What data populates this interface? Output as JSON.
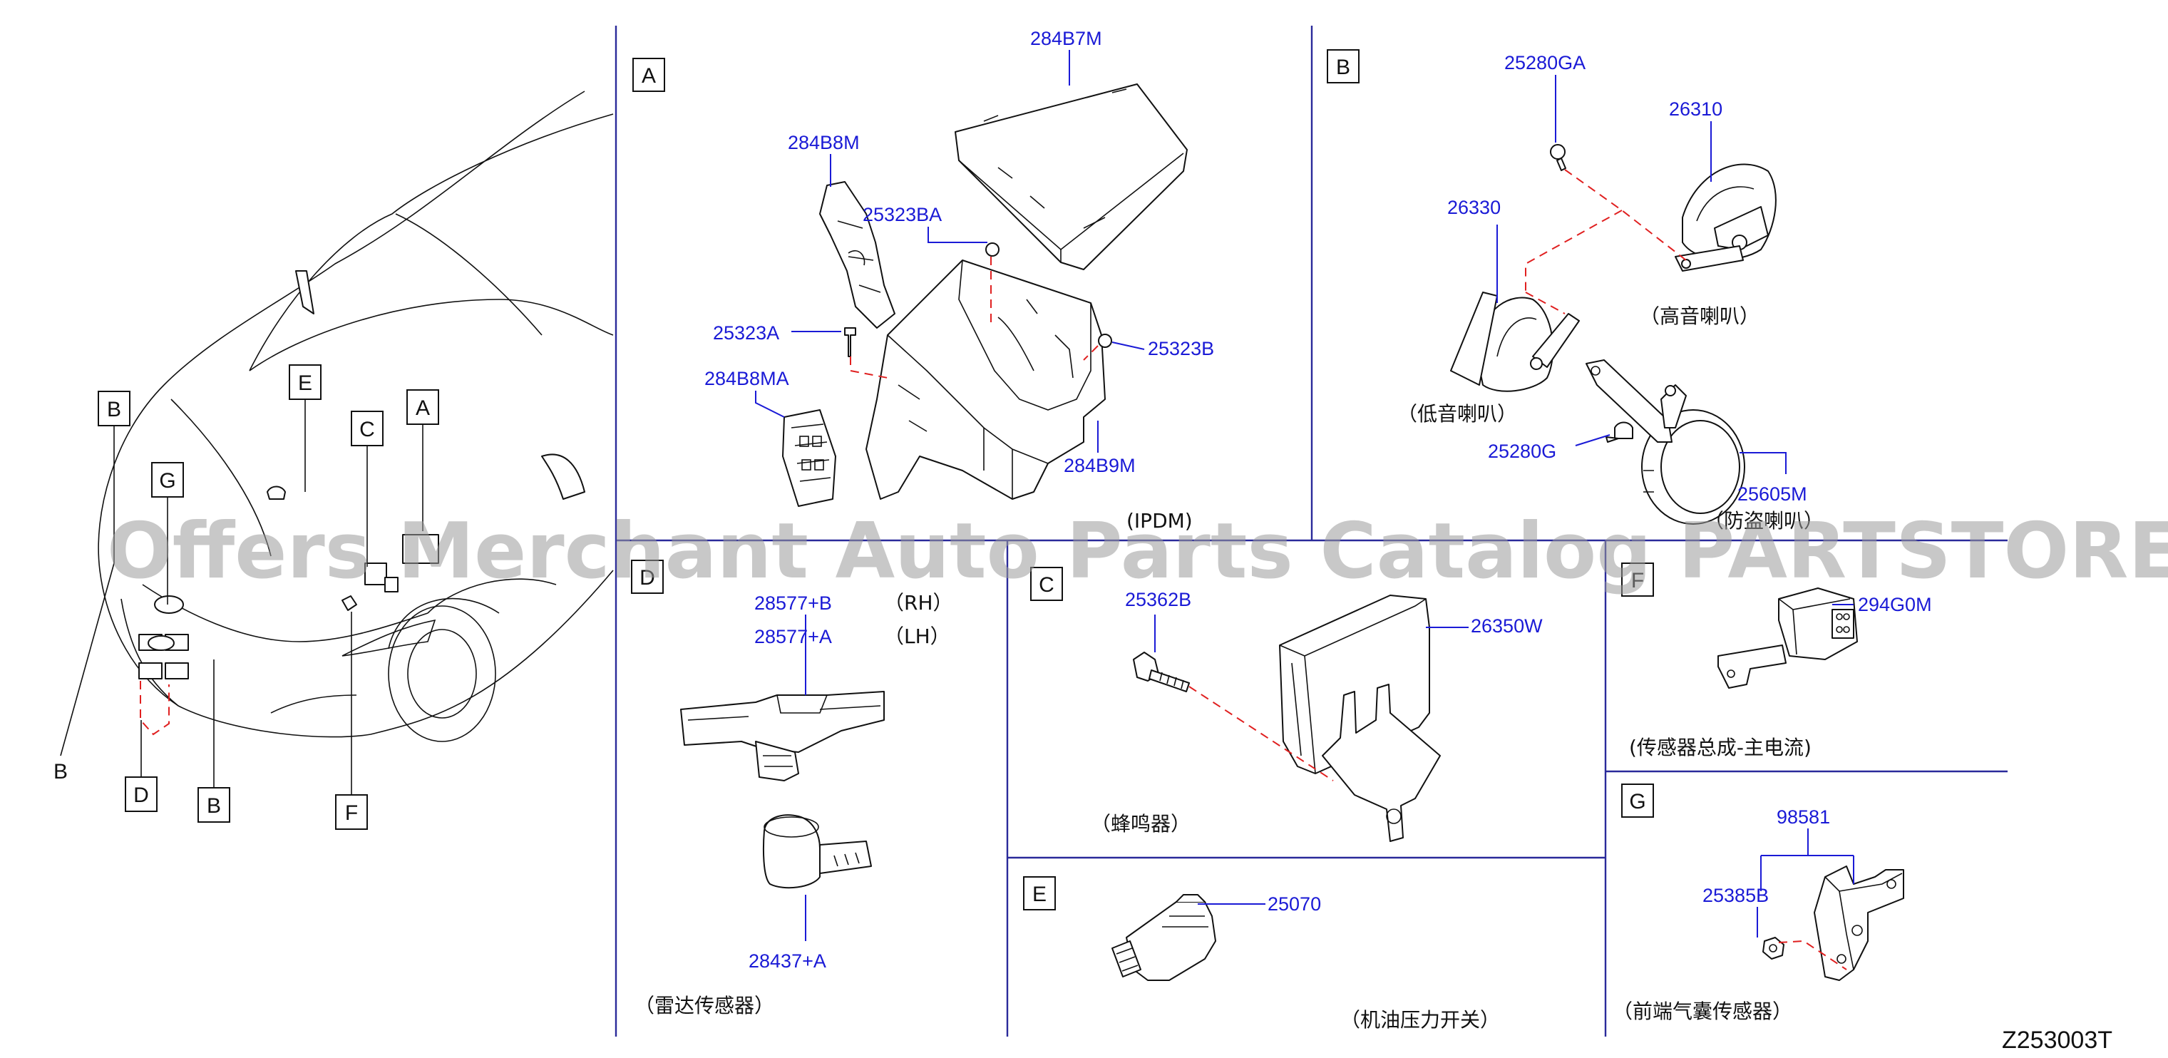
{
  "diagram_code": "Z253003T",
  "watermark": "Offers Merchant Auto Parts Catalog PARTSTORE.SA",
  "car_labels": {
    "a": "A",
    "b1": "B",
    "b2": "B",
    "b3": "B",
    "c": "C",
    "d": "D",
    "e": "E",
    "f": "F",
    "g": "G"
  },
  "sections": {
    "A": {
      "label": "A",
      "caption": "(IPDM)",
      "parts": {
        "cover": "284B7M",
        "bracket_upper": "284B8M",
        "bracket_lower": "284B8MA",
        "box": "284B9M",
        "nut": "25323BA",
        "bolt_left": "25323A",
        "nut_right": "25323B"
      }
    },
    "B": {
      "label": "B",
      "parts": {
        "bolt_top": "25280GA",
        "high_horn": "26310",
        "low_horn": "26330",
        "bolt_bottom": "25280G",
        "alarm_horn": "25605M"
      },
      "captions": {
        "high": "（高音喇叭）",
        "low": "（低音喇叭）",
        "alarm": "（防盗喇叭）"
      }
    },
    "D": {
      "label": "D",
      "parts": {
        "rh": "28577+B",
        "lh": "28577+A",
        "sensor": "28437+A"
      },
      "side_rh": "（RH）",
      "side_lh": "（LH）",
      "caption": "（雷达传感器）"
    },
    "C": {
      "label": "C",
      "parts": {
        "bolt": "25362B",
        "buzzer": "26350W"
      },
      "caption": "（蜂鸣器）"
    },
    "E": {
      "label": "E",
      "parts": {
        "switch": "25070"
      },
      "caption": "（机油压力开关）"
    },
    "F": {
      "label": "F",
      "parts": {
        "sensor": "294G0M"
      },
      "caption": "(传感器总成-主电流)"
    },
    "G": {
      "label": "G",
      "parts": {
        "bracket": "98581",
        "nut": "25385B"
      },
      "caption": "（前端气囊传感器）"
    }
  }
}
